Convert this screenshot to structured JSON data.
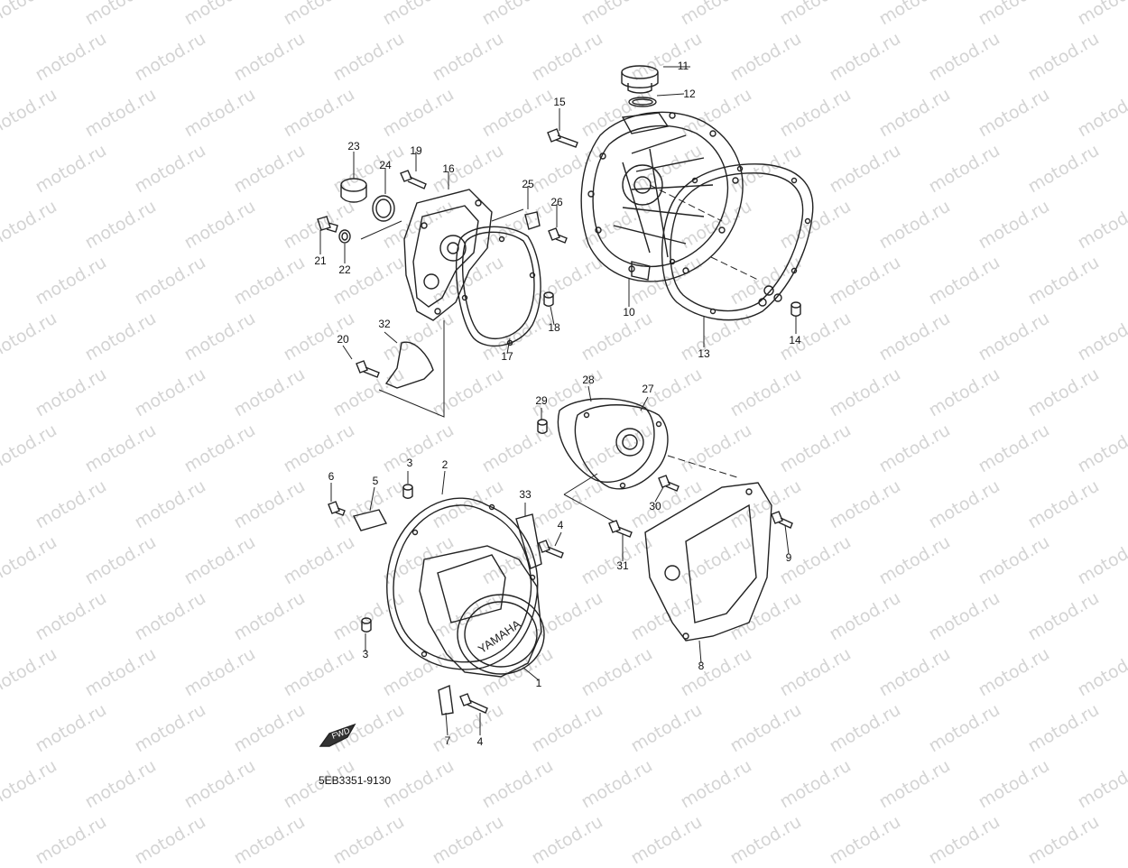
{
  "watermark": {
    "text": "motod.ru"
  },
  "diagram": {
    "part_code": "5EB3351-9130",
    "fwd_label": "FWD",
    "cover_logo": "YAMAHA",
    "callouts": [
      "1",
      "2",
      "3",
      "3",
      "4",
      "4",
      "5",
      "6",
      "7",
      "8",
      "9",
      "10",
      "11",
      "12",
      "13",
      "14",
      "15",
      "16",
      "17",
      "18",
      "19",
      "20",
      "21",
      "22",
      "23",
      "24",
      "25",
      "26",
      "27",
      "28",
      "29",
      "30",
      "31",
      "32",
      "33"
    ]
  }
}
